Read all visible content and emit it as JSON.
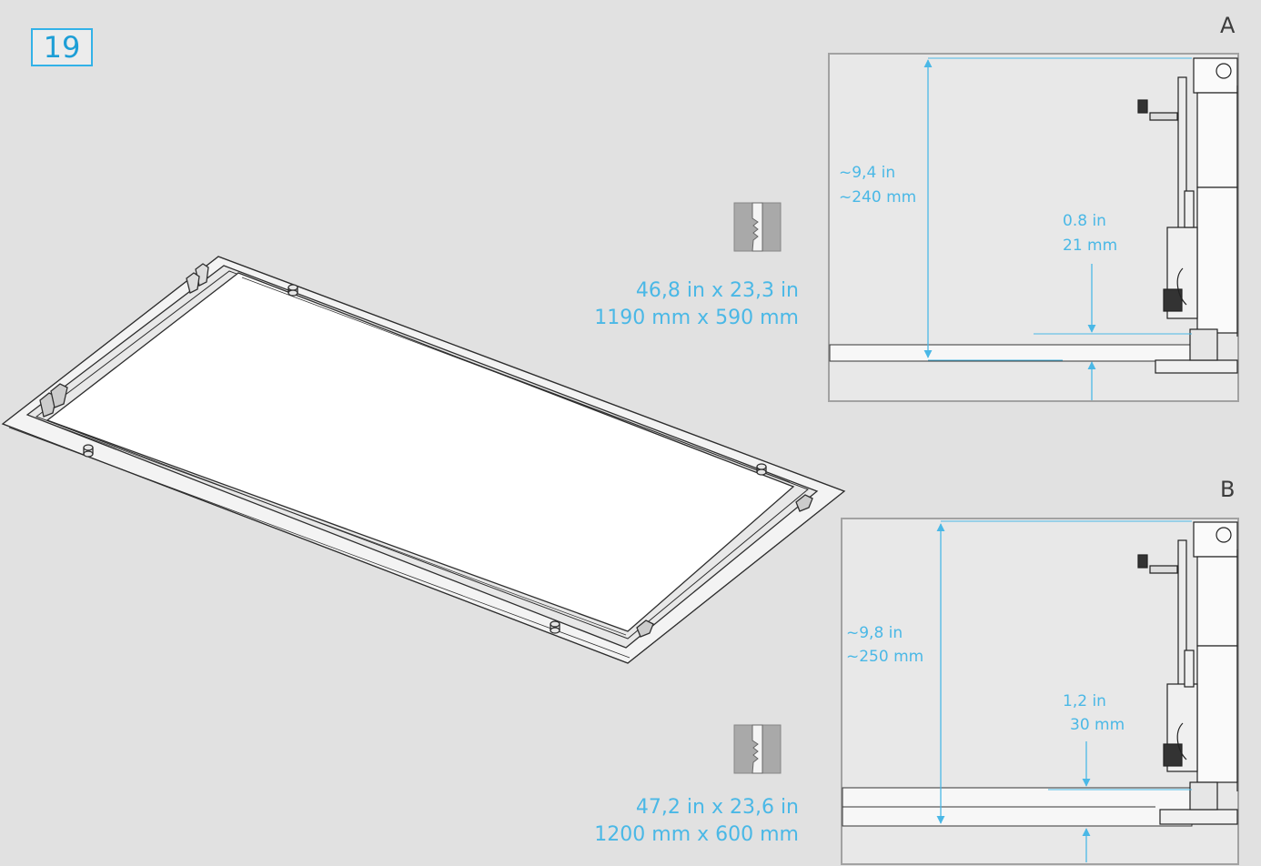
{
  "step": {
    "number": "19"
  },
  "panel_a": {
    "letter": "A",
    "height_in": "~9,4 in",
    "height_mm": "~240 mm",
    "offset_in": "0.8 in",
    "offset_mm": "21 mm",
    "size_in": "46,8 in x 23,3 in",
    "size_mm": "1190 mm x 590 mm"
  },
  "panel_b": {
    "letter": "B",
    "height_in": "~9,8 in",
    "height_mm": "~250 mm",
    "offset_in": "1,2 in",
    "offset_mm": "30 mm",
    "size_in": "47,2 in x 23,6 in",
    "size_mm": "1200 mm x 600 mm"
  },
  "colors": {
    "accent": "#4ab8e6",
    "badge": "#32b2e8",
    "background": "#e1e1e1",
    "line": "#333333"
  }
}
